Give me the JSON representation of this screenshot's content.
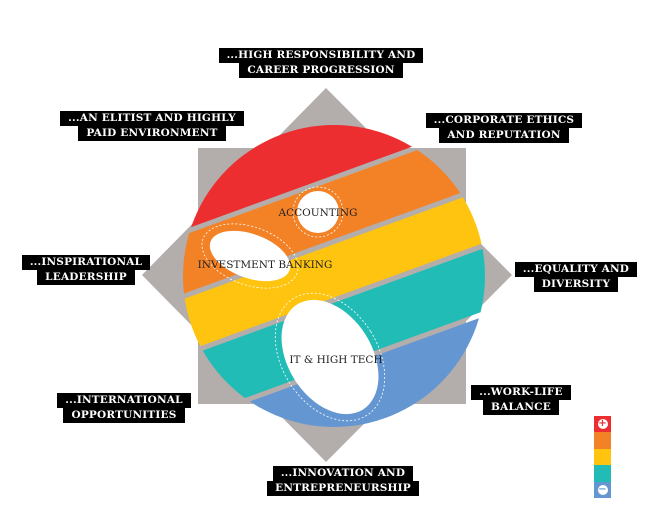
{
  "colors": {
    "red": "#ec2e31",
    "orange": "#f38226",
    "yellow": "#fec40f",
    "teal": "#22bcb6",
    "blue": "#6497d1",
    "gray": "#b3adac"
  },
  "sectors": {
    "accounting": "ACCOUNTING",
    "investment_banking": "INVESTMENT BANKING",
    "it_high_tech": "IT & HIGH TECH"
  },
  "labels": [
    {
      "lines": [
        "...HIGH RESPONSIBILITY AND",
        "CAREER PROGRESSION"
      ]
    },
    {
      "lines": [
        "...AN ELITIST AND HIGHLY",
        "PAID ENVIRONMENT"
      ]
    },
    {
      "lines": [
        "...CORPORATE ETHICS",
        "AND REPUTATION"
      ]
    },
    {
      "lines": [
        "...INSPIRATIONAL",
        "LEADERSHIP"
      ]
    },
    {
      "lines": [
        "...EQUALITY AND",
        "DIVERSITY"
      ]
    },
    {
      "lines": [
        "...INTERNATIONAL",
        "OPPORTUNITIES"
      ]
    },
    {
      "lines": [
        "...WORK-LIFE",
        "BALANCE"
      ]
    },
    {
      "lines": [
        "...INNOVATION AND",
        "ENTREPRENEURSHIP"
      ]
    }
  ],
  "legend": {
    "plus": "+",
    "minus": "−",
    "icons": [
      "plus-icon",
      "minus-icon"
    ]
  }
}
